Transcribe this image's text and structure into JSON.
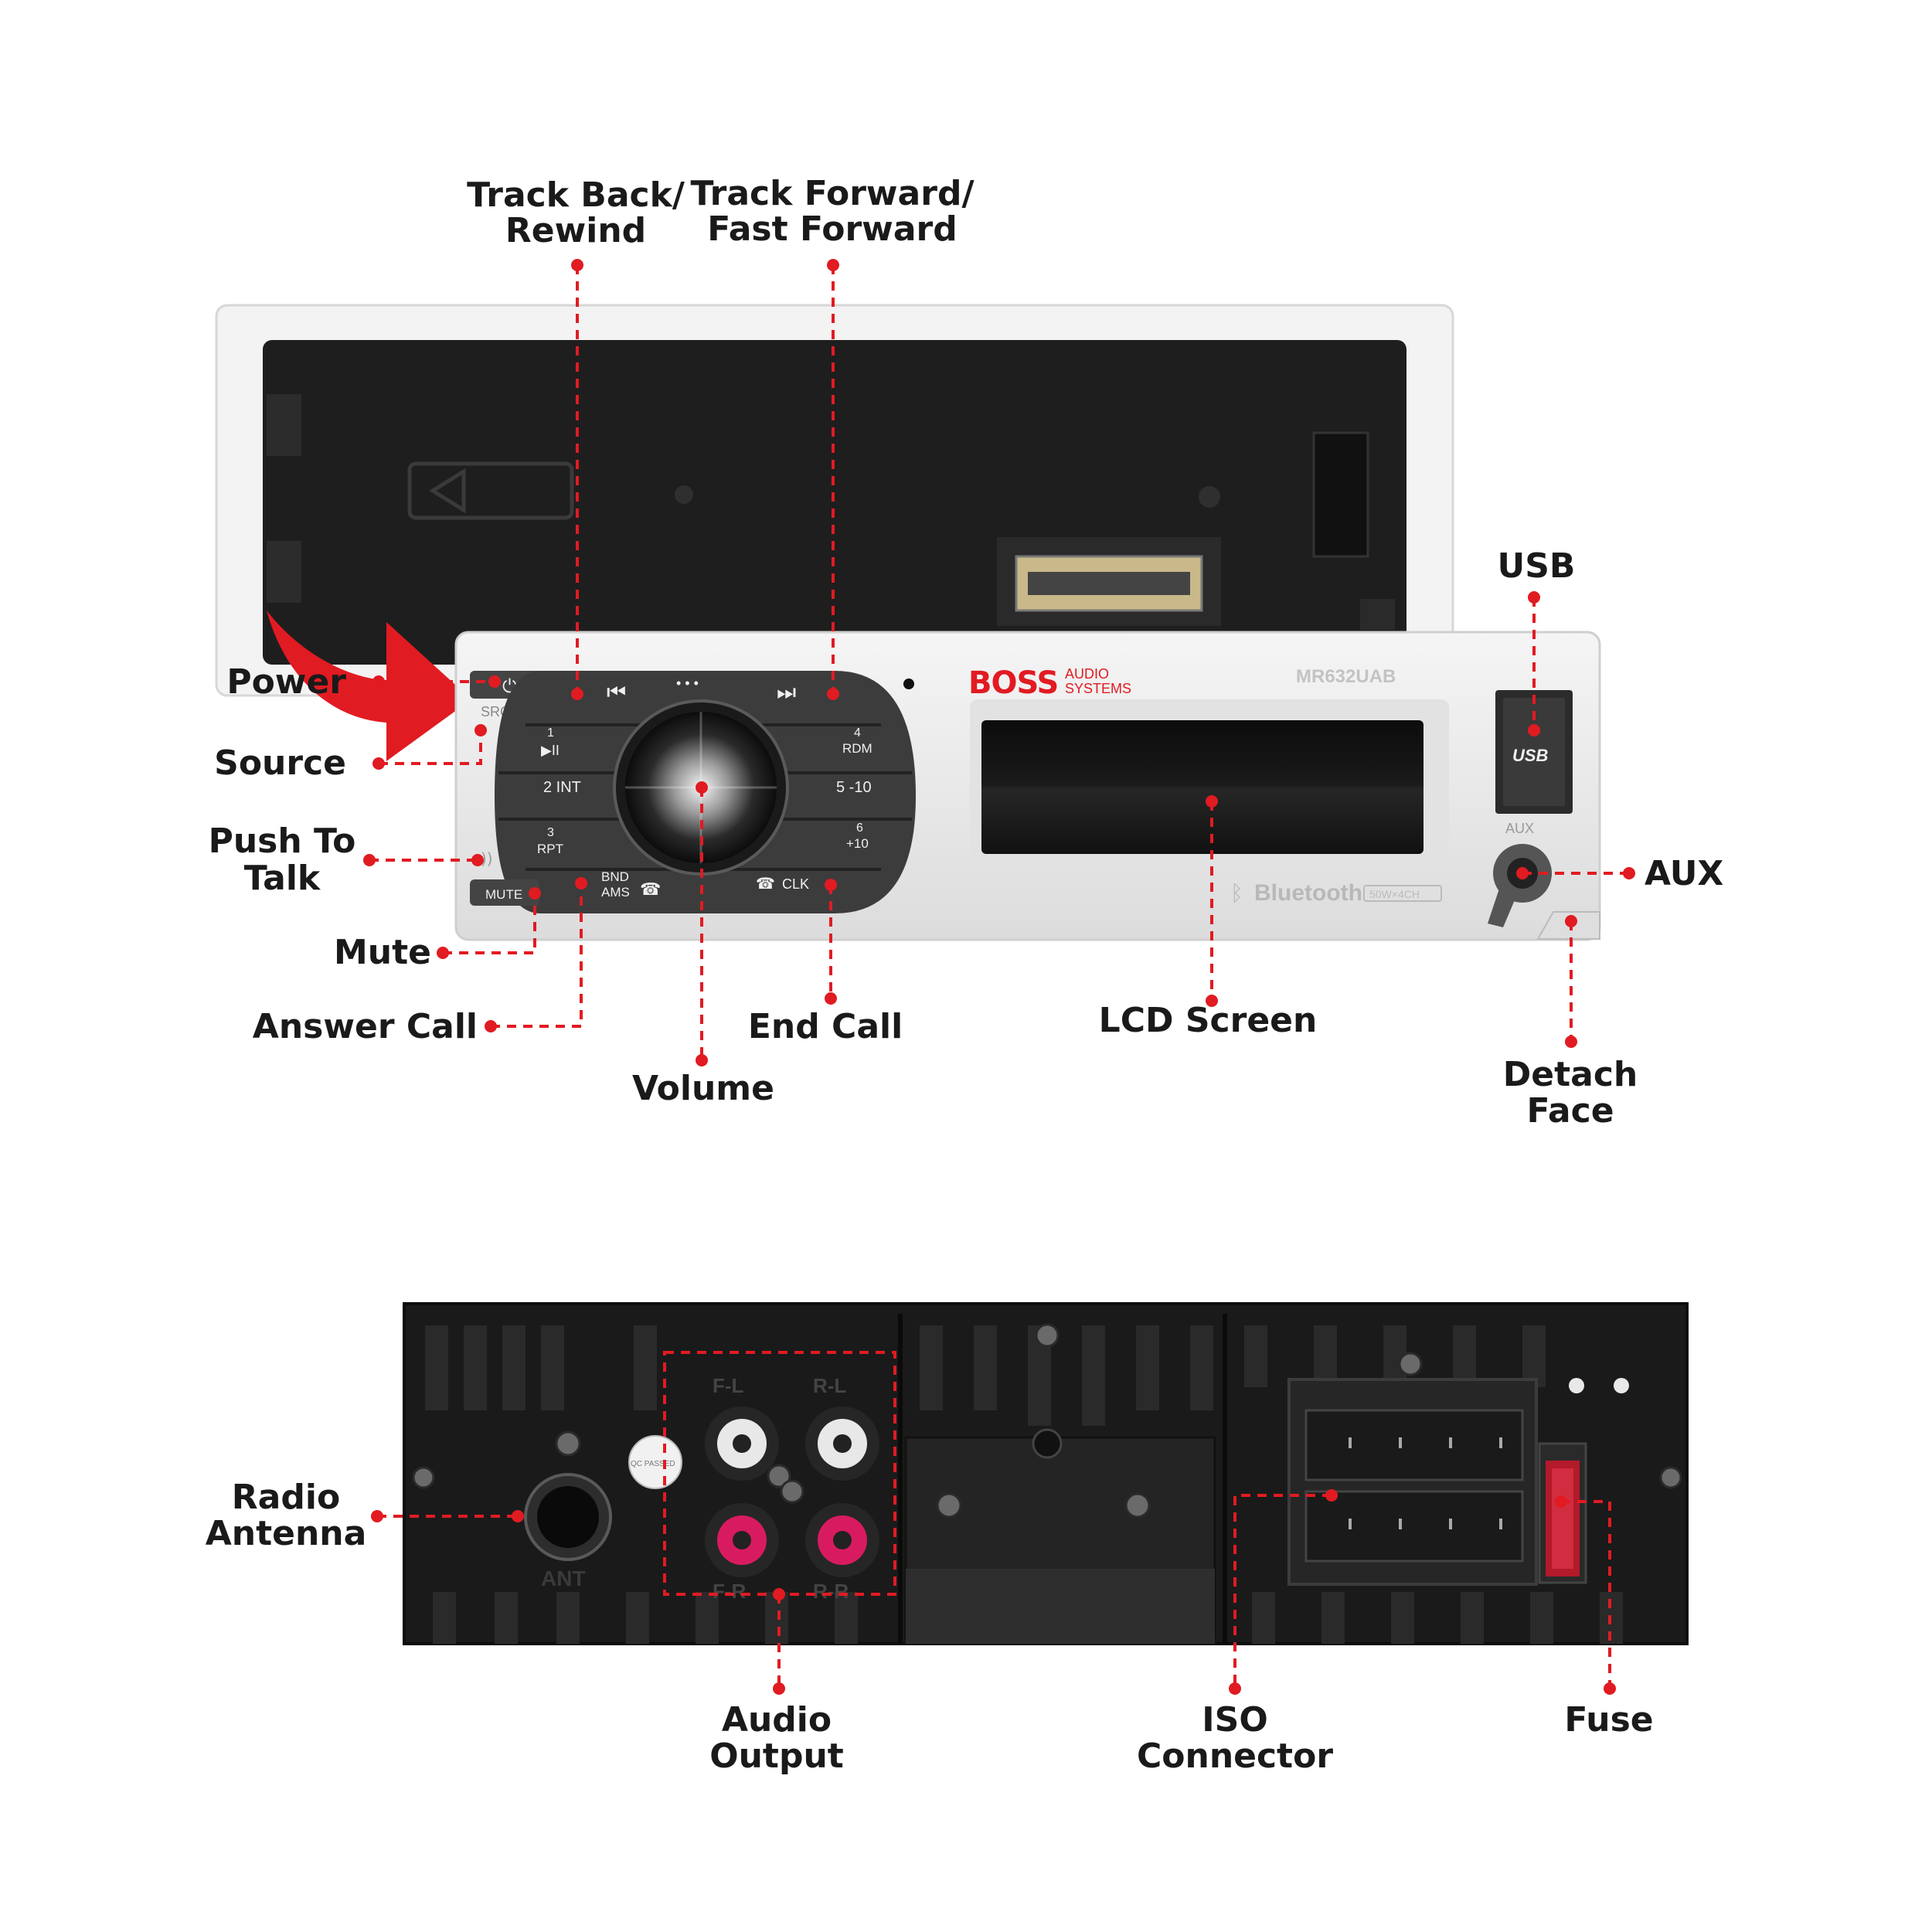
{
  "colors": {
    "leader": "#e11b22",
    "brand_red": "#e11b22",
    "faceplate": "#ececec",
    "housing": "#1b1b1b",
    "label_text": "#1a1a1a"
  },
  "callouts": {
    "track_back": [
      "Track Back/",
      "Rewind"
    ],
    "track_forward": [
      "Track Forward/",
      "Fast Forward"
    ],
    "usb": "USB",
    "power": "Power",
    "source": "Source",
    "push_to_talk": [
      "Push To",
      "Talk"
    ],
    "mute": "Mute",
    "answer_call": "Answer Call",
    "volume": "Volume",
    "end_call": "End Call",
    "lcd_screen": "LCD Screen",
    "detach_face": [
      "Detach",
      "Face"
    ],
    "aux": "AUX",
    "radio_antenna": [
      "Radio",
      "Antenna"
    ],
    "audio_output": [
      "Audio",
      "Output"
    ],
    "iso_connector": [
      "ISO",
      "Connector"
    ],
    "fuse": "Fuse"
  },
  "faceplate": {
    "brand": "BOSS",
    "brand_sub": [
      "AUDIO",
      "SYSTEMS"
    ],
    "model": "MR632UAB",
    "buttons": {
      "src": "SRC",
      "b1_num": "1",
      "b1_icon": "▶II",
      "b2": "2 INT",
      "b3_num": "3",
      "b3_label": "RPT",
      "b4_num": "4",
      "b4_label": "RDM",
      "b5": "5  -10",
      "b6_num": "6",
      "b6_label": "+10",
      "bnd": "BND",
      "ams": "AMS",
      "clk": "CLK",
      "mute": "MUTE",
      "prev_icon": "⏮",
      "next_icon": "⏭",
      "dots": "• • •"
    },
    "usb_port": "USB",
    "aux_port": "AUX",
    "bluetooth": "Bluetooth",
    "power_badge": "50W×4CH"
  },
  "rear": {
    "ant": "ANT",
    "rca": [
      "F-L",
      "R-L",
      "F-R",
      "R-R"
    ],
    "stamp": "QC PASSED"
  }
}
